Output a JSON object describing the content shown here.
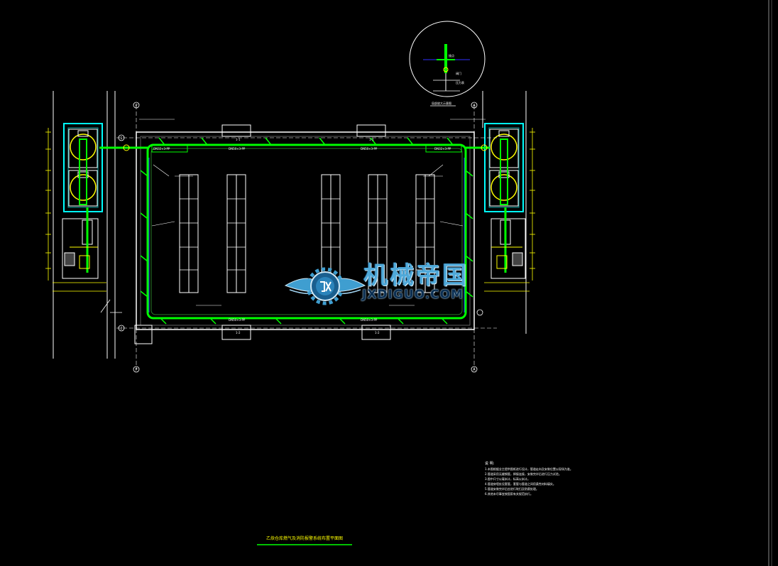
{
  "title": "乙炔仓库燃气及消防报警系统布置平面图",
  "notes": {
    "heading": "说  明:",
    "lines": [
      "1.本图根据业主提供图纸进行设计，管道走向及安装位置以现场为准。",
      "2.管道采用无缝钢管，焊接连接，安装完毕后进行压力试验。",
      "3.图中尺寸以毫米计，标高以米计。",
      "4.管道穿墙处设套管，套管与管道之间用柔性材料填实。",
      "5.管道安装完毕后应进行吹扫及防腐处理。",
      "6.其他未尽事宜按国家有关规范执行。"
    ]
  },
  "detail": {
    "caption": "局部放大示意图",
    "labels": [
      "接点",
      "阀门",
      "压力表"
    ]
  },
  "axes": {
    "left": "P",
    "right": "A",
    "row_top": "1",
    "row_bottom": "2"
  },
  "pipes": {
    "main_label": "DN50×3-PP",
    "branch_label": "DN32×3-PP",
    "segment_labels": [
      "1-1",
      "1-1",
      "1-2",
      "1-2"
    ]
  },
  "watermark": {
    "cn": "机械帝国",
    "en": "JXDIGUO.COM",
    "emblem": "jx-gear-wing-logo"
  },
  "colors": {
    "background": "#000000",
    "pipe": "#00ff00",
    "equipment": "#00ffff",
    "dimension": "#ffff00",
    "wall": "#ffffff"
  }
}
